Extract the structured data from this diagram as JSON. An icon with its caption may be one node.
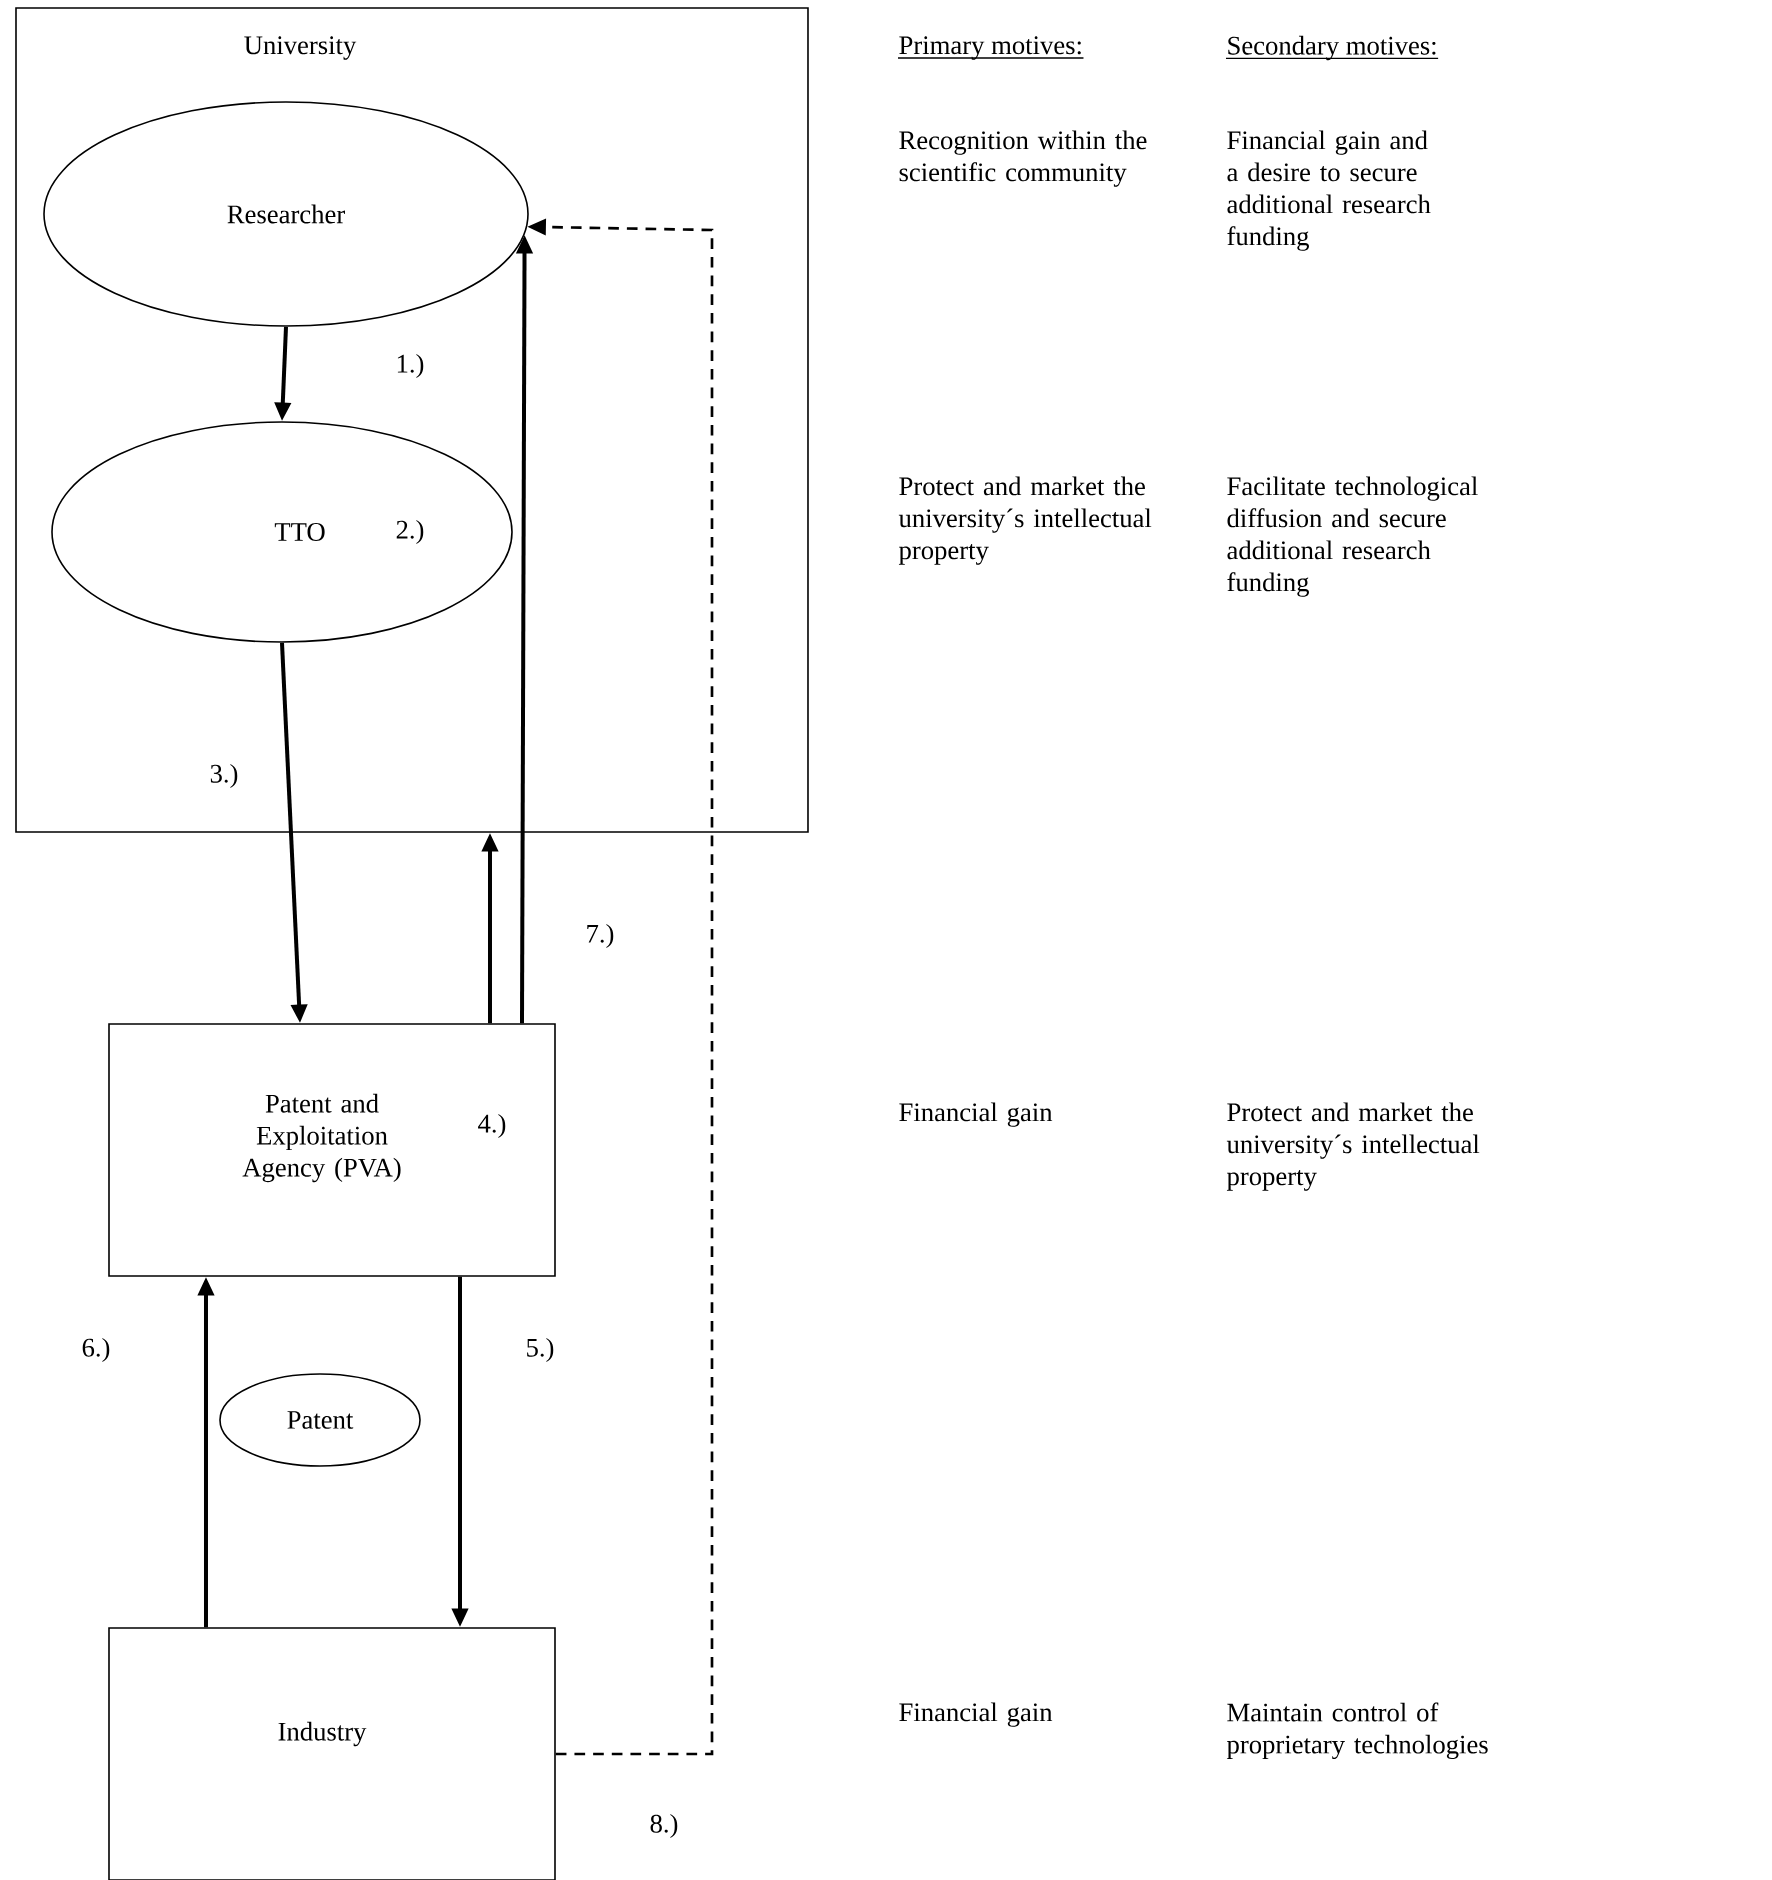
{
  "diagram": {
    "nodes": [
      {
        "text": [
          "University"
        ]
      },
      {
        "text": [
          "Researcher"
        ],
        "in": 0
      },
      {
        "text": [
          "TTO",
          "2.)"
        ],
        "in": 0
      },
      {
        "text": [
          "Patent and Exploitation Agency (PVA)",
          "4.)"
        ]
      },
      {
        "text": [
          "Patent"
        ]
      },
      {
        "text": [
          "Industry"
        ]
      }
    ],
    "edges": [
      {
        "from": 1,
        "to": 2,
        "arrow": "to",
        "label": "1.)"
      },
      {
        "from": 2,
        "to": 3,
        "arrow": "to",
        "label": "3.)"
      },
      {
        "from": 3,
        "to": 0,
        "arrow": "to"
      },
      {
        "from": 3,
        "to": 1,
        "arrow": "to",
        "label": "7.)"
      },
      {
        "from": 3,
        "to": 5,
        "arrow": "to",
        "label": "5.)"
      },
      {
        "from": 5,
        "to": 3,
        "arrow": "to",
        "label": "6.)"
      },
      {
        "from": 5,
        "to": 1,
        "arrow": "to",
        "label": "8.)",
        "style": "dashed"
      }
    ],
    "labels": [
      "Primary motives:",
      "Secondary motives:",
      "Recognition within the scientific community",
      "Financial gain and a desire to secure additional research funding",
      "Protect and market the university´s intellectual property",
      "Facilitate technological diffusion and secure additional research funding",
      "Financial gain",
      "Protect and market the university´s intellectual property",
      "Financial gain",
      "Maintain control of proprietary technologies"
    ]
  }
}
